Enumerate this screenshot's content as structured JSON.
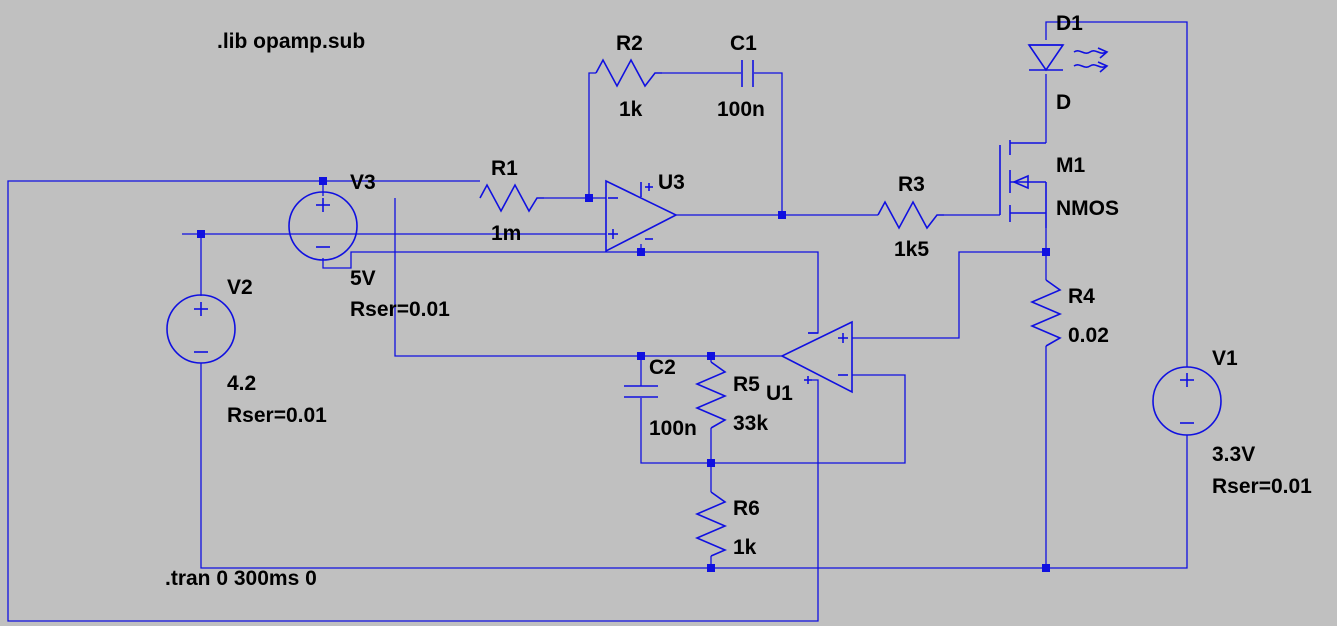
{
  "colors": {
    "background": "#c0c0c0",
    "wire": "#1010e0",
    "text": "#000000"
  },
  "directives": {
    "lib": ".lib opamp.sub",
    "tran": ".tran 0 300ms 0"
  },
  "components": {
    "R1": {
      "name": "R1",
      "value": "1m"
    },
    "R2": {
      "name": "R2",
      "value": "1k"
    },
    "R3": {
      "name": "R3",
      "value": "1k5"
    },
    "R4": {
      "name": "R4",
      "value": "0.02"
    },
    "R5": {
      "name": "R5",
      "value": "33k"
    },
    "R6": {
      "name": "R6",
      "value": "1k"
    },
    "C1": {
      "name": "C1",
      "value": "100n"
    },
    "C2": {
      "name": "C2",
      "value": "100n"
    },
    "D1": {
      "name": "D1",
      "value": "D"
    },
    "M1": {
      "name": "M1",
      "value": "NMOS"
    },
    "U1": {
      "name": "U1"
    },
    "U3": {
      "name": "U3"
    },
    "V1": {
      "name": "V1",
      "value": "3.3V",
      "rser": "Rser=0.01"
    },
    "V2": {
      "name": "V2",
      "value": "4.2",
      "rser": "Rser=0.01"
    },
    "V3": {
      "name": "V3",
      "value": "5V",
      "rser": "Rser=0.01"
    }
  }
}
